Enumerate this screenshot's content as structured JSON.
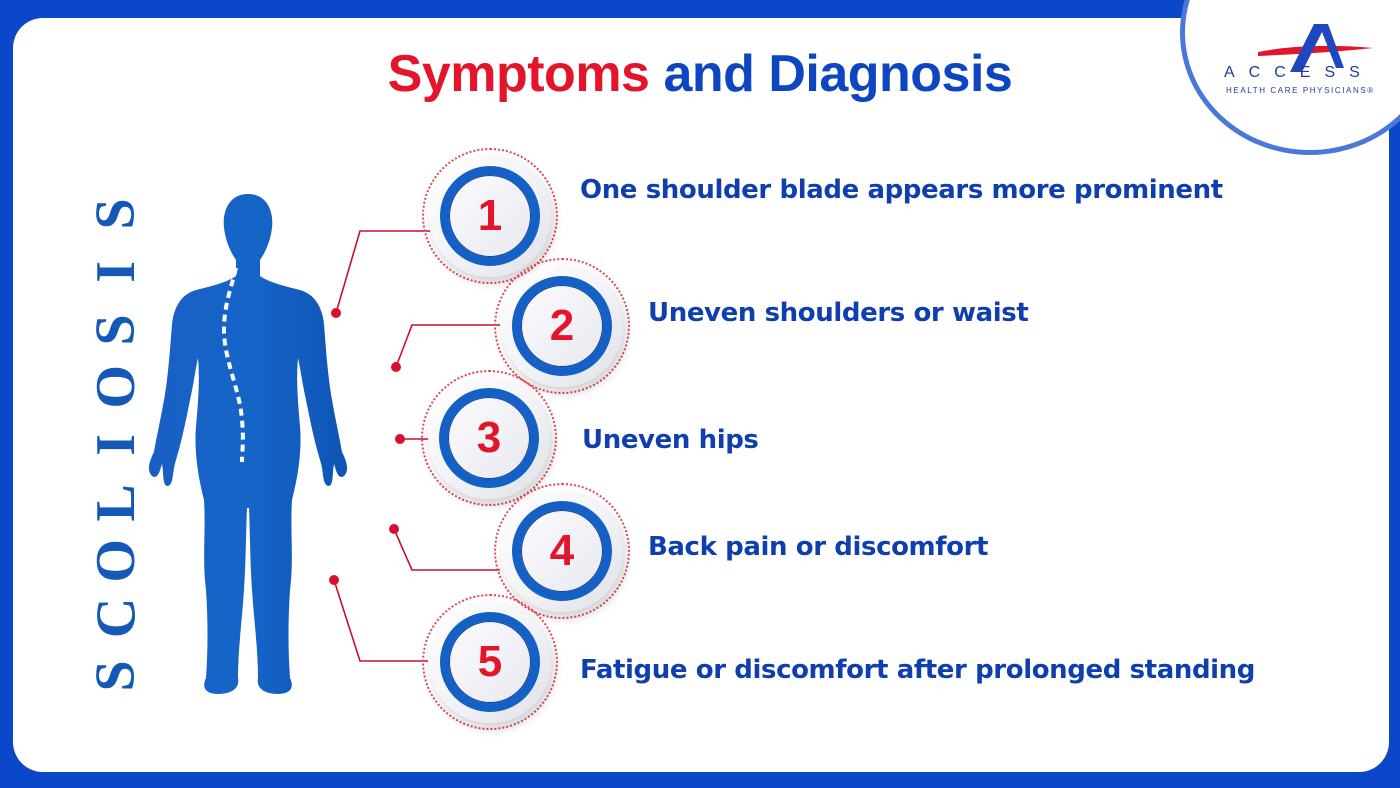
{
  "title": {
    "part1": "Symptoms",
    "part2": "and Diagnosis"
  },
  "side_label": [
    "S",
    "C",
    "O",
    "L",
    "I",
    "O",
    "S",
    "I",
    "S"
  ],
  "side_word": "SCOLIOSIS",
  "logo": {
    "brand": "ACCESS",
    "tagline": "HEALTH CARE PHYSICIANS®"
  },
  "items": [
    {
      "number": "1",
      "text": "One shoulder blade appears more prominent"
    },
    {
      "number": "2",
      "text": "Uneven shoulders or waist"
    },
    {
      "number": "3",
      "text": "Uneven hips"
    },
    {
      "number": "4",
      "text": "Back pain or discomfort"
    },
    {
      "number": "5",
      "text": "Fatigue or discomfort after prolonged standing"
    }
  ],
  "colors": {
    "frame_blue": "#0a47c9",
    "title_red": "#e3152b",
    "title_blue": "#0d46c0",
    "figure_blue": "#1560c4",
    "connector_red": "#c8102e",
    "text_blue": "#0f3fae"
  }
}
